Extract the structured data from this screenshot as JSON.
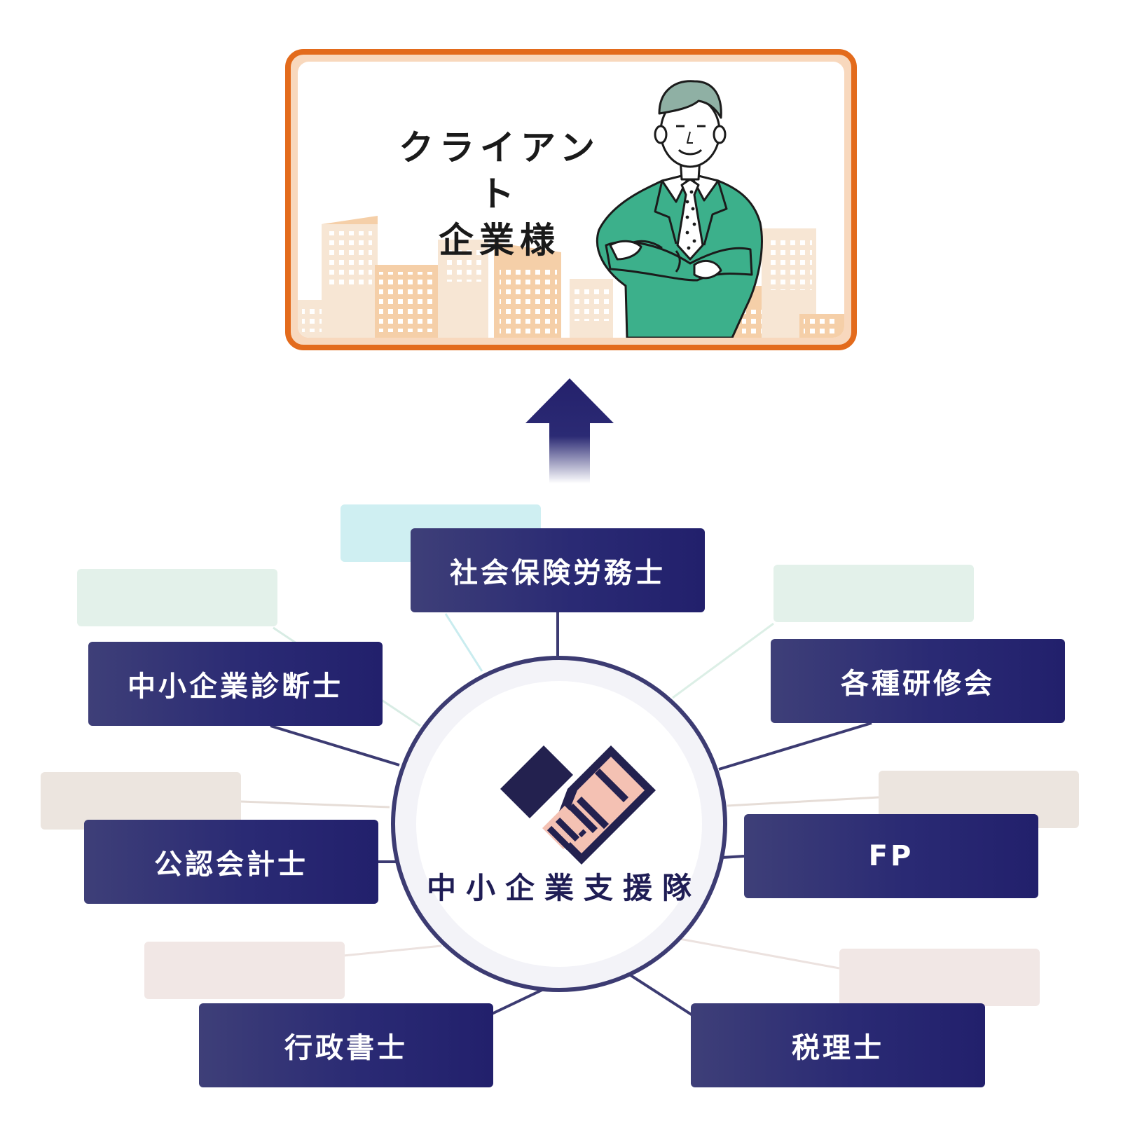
{
  "client": {
    "title_line1": "クライアント",
    "title_line2": "企業様"
  },
  "hub": {
    "name": "中小企業支援隊"
  },
  "professionals": [
    {
      "id": "labor",
      "label": "社会保険労務士"
    },
    {
      "id": "diagnostician",
      "label": "中小企業診断士"
    },
    {
      "id": "training",
      "label": "各種研修会"
    },
    {
      "id": "cpa",
      "label": "公認会計士"
    },
    {
      "id": "fp",
      "label": "FP"
    },
    {
      "id": "admin-scrivener",
      "label": "行政書士"
    },
    {
      "id": "tax-accountant",
      "label": "税理士"
    }
  ],
  "colors": {
    "client_border": "#e36b1c",
    "building_fill": "#f7e6d4",
    "building_accent": "#f5cfa8",
    "jacket": "#3cb08b",
    "box_navy": "#2a2a74",
    "hub_border": "#3c3b72",
    "handshake_skin": "#f4c1b3",
    "ghost_blue": "#cfeff2",
    "ghost_mint": "#e3f1ea",
    "ghost_beige": "#ece5df",
    "ghost_pink": "#f1e7e5"
  }
}
